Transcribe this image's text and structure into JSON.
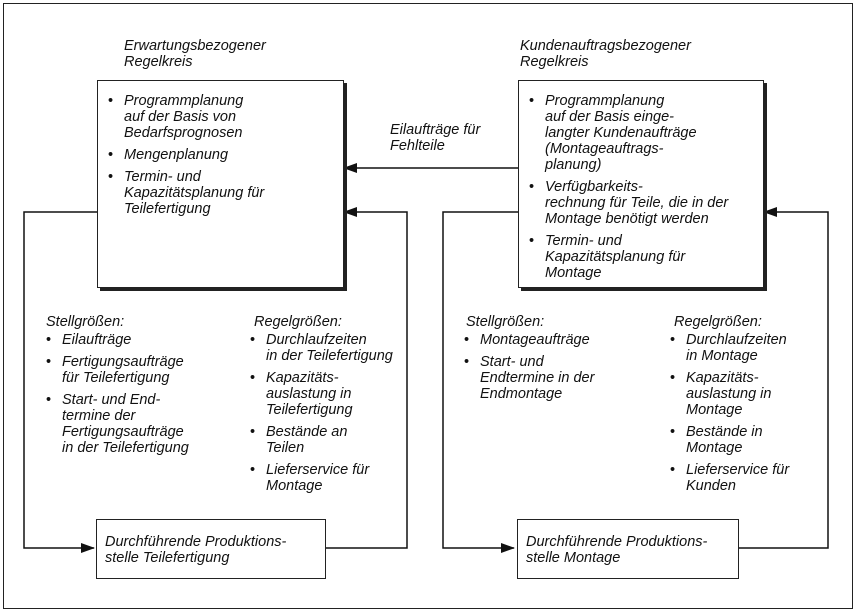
{
  "left": {
    "title": "Erwartungsbezogener\nRegelkreis",
    "plan_items": [
      "Programmplanung\nauf der Basis von\nBedarfsprognosen",
      "Mengenplanung",
      "Termin- und\nKapazitätsplanung für\nTeilefertigung"
    ],
    "stell_title": "Stellgrößen:",
    "stell_items": [
      "Eilaufträge",
      "Fertigungsaufträge\nfür Teilefertigung",
      "Start- und End-\ntermine der\nFertigungsaufträge\nin der Teilefertigung"
    ],
    "regel_title": "Regelgrößen:",
    "regel_items": [
      "Durchlaufzeiten\nin der Teilefertigung",
      "Kapazitäts-\nauslastung in\nTeilefertigung",
      "Bestände an\nTeilen",
      "Lieferservice für\nMontage"
    ],
    "exec_box": "Durchführende Produktions-\nstelle Teilefertigung"
  },
  "right": {
    "title": "Kundenauftragsbezogener\nRegelkreis",
    "plan_items": [
      "Programmplanung\nauf der Basis einge-\nlangter Kundenaufträge\n(Montageauftrags-\nplanung)",
      "Verfügbarkeits-\nrechnung für Teile, die in der\nMontage benötigt werden",
      "Termin- und\nKapazitätsplanung für\nMontage"
    ],
    "stell_title": "Stellgrößen:",
    "stell_items": [
      "Montageaufträge",
      "Start- und\nEndtermine in der\nEndmontage"
    ],
    "regel_title": "Regelgrößen:",
    "regel_items": [
      "Durchlaufzeiten\nin Montage",
      "Kapazitäts-\nauslastung in\nMontage",
      "Bestände in\nMontage",
      "Lieferservice für\nKunden"
    ],
    "exec_box": "Durchführende Produktions-\nstelle Montage"
  },
  "link_label": "Eilaufträge für\nFehlteile"
}
